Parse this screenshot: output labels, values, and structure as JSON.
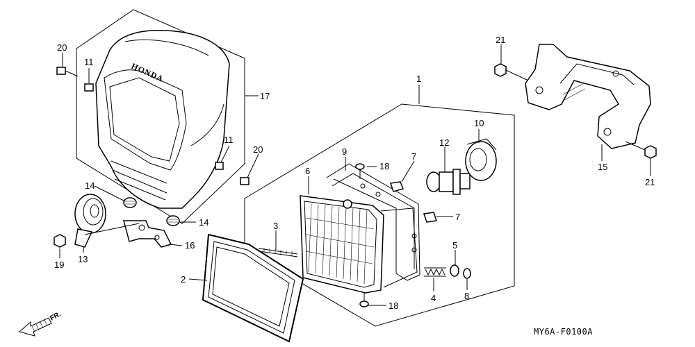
{
  "diagram": {
    "code": "MY6A-F0100A",
    "direction_label": "FR.",
    "brand_mark": "HONDA"
  },
  "callouts": [
    {
      "id": "c20a",
      "text": "20"
    },
    {
      "id": "c11a",
      "text": "11"
    },
    {
      "id": "c17",
      "text": "17"
    },
    {
      "id": "c11b",
      "text": "11"
    },
    {
      "id": "c20b",
      "text": "20"
    },
    {
      "id": "c14a",
      "text": "14"
    },
    {
      "id": "c14b",
      "text": "14"
    },
    {
      "id": "c16",
      "text": "16"
    },
    {
      "id": "c19",
      "text": "19"
    },
    {
      "id": "c13",
      "text": "13"
    },
    {
      "id": "c1",
      "text": "1"
    },
    {
      "id": "c9",
      "text": "9"
    },
    {
      "id": "c18a",
      "text": "18"
    },
    {
      "id": "c7a",
      "text": "7"
    },
    {
      "id": "c6",
      "text": "6"
    },
    {
      "id": "c12",
      "text": "12"
    },
    {
      "id": "c10",
      "text": "10"
    },
    {
      "id": "c7b",
      "text": "7"
    },
    {
      "id": "c3",
      "text": "3"
    },
    {
      "id": "c5",
      "text": "5"
    },
    {
      "id": "c2",
      "text": "2"
    },
    {
      "id": "c4",
      "text": "4"
    },
    {
      "id": "c8",
      "text": "8"
    },
    {
      "id": "c18b",
      "text": "18"
    },
    {
      "id": "c21a",
      "text": "21"
    },
    {
      "id": "c15",
      "text": "15"
    },
    {
      "id": "c21b",
      "text": "21"
    }
  ]
}
